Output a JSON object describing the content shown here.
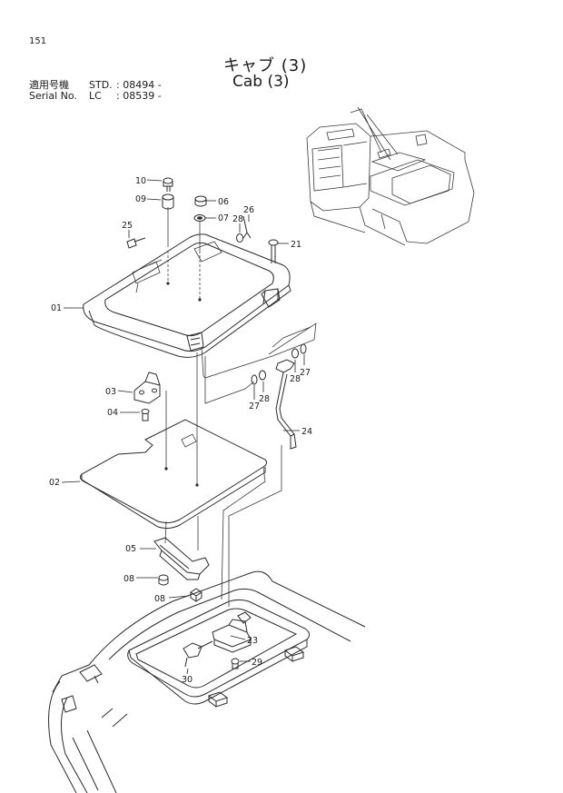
{
  "header": {
    "page_number": "151",
    "title_jp": "キャブ (3)",
    "title_en": "Cab (3)"
  },
  "serial_info": {
    "row1": {
      "label": "適用号機",
      "model": "STD.",
      "value": ": 08494 -"
    },
    "row2": {
      "label": "Serial No.",
      "model": "LC",
      "value": ": 08539 -"
    }
  },
  "callouts": {
    "p01": "01",
    "p02": "02",
    "p03": "03",
    "p04": "04",
    "p05": "05",
    "p06": "06",
    "p07": "07",
    "p08a": "08",
    "p08b": "08",
    "p09": "09",
    "p10": "10",
    "p21": "21",
    "p23": "23",
    "p24": "24",
    "p25": "25",
    "p26": "26",
    "p27a": "27",
    "p27b": "27",
    "p28a": "28",
    "p28b": "28",
    "p28c": "28",
    "p29": "29",
    "p30": "30"
  }
}
